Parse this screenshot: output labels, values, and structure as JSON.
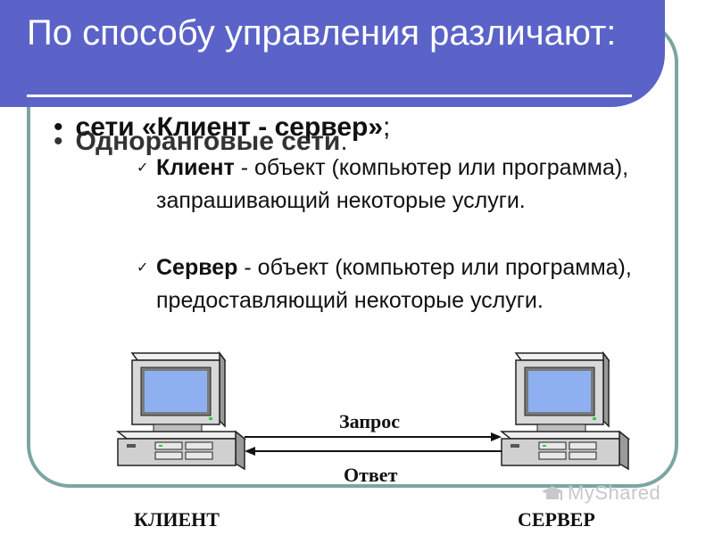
{
  "slide": {
    "title": "По способу управления различают:",
    "bullets": [
      {
        "term": "сети «Клиент - сервер»",
        "rest": ";"
      },
      {
        "term": "Одноранговые сети",
        "rest": "."
      }
    ],
    "definitions": [
      {
        "term": "Клиент",
        "text": " - объект (компьютер или программа), запрашивающий некоторые услуги."
      },
      {
        "term": "Сервер",
        "text": " - объект (компьютер или программа), предоставляющий некоторые услуги."
      }
    ]
  },
  "diagram": {
    "request_label": "Запрос",
    "response_label": "Ответ",
    "client_label": "КЛИЕНТ",
    "server_label": "СЕРВЕР"
  },
  "watermark": {
    "text": "MyShared"
  },
  "colors": {
    "header": "#5b63c8",
    "frame": "#7aa6a2",
    "screen": "#8fb0f0",
    "case": "#d8d8d8"
  },
  "icons": [
    "check-icon",
    "computer-icon",
    "arrow-right-icon",
    "arrow-left-icon",
    "mortarboard-icon"
  ]
}
